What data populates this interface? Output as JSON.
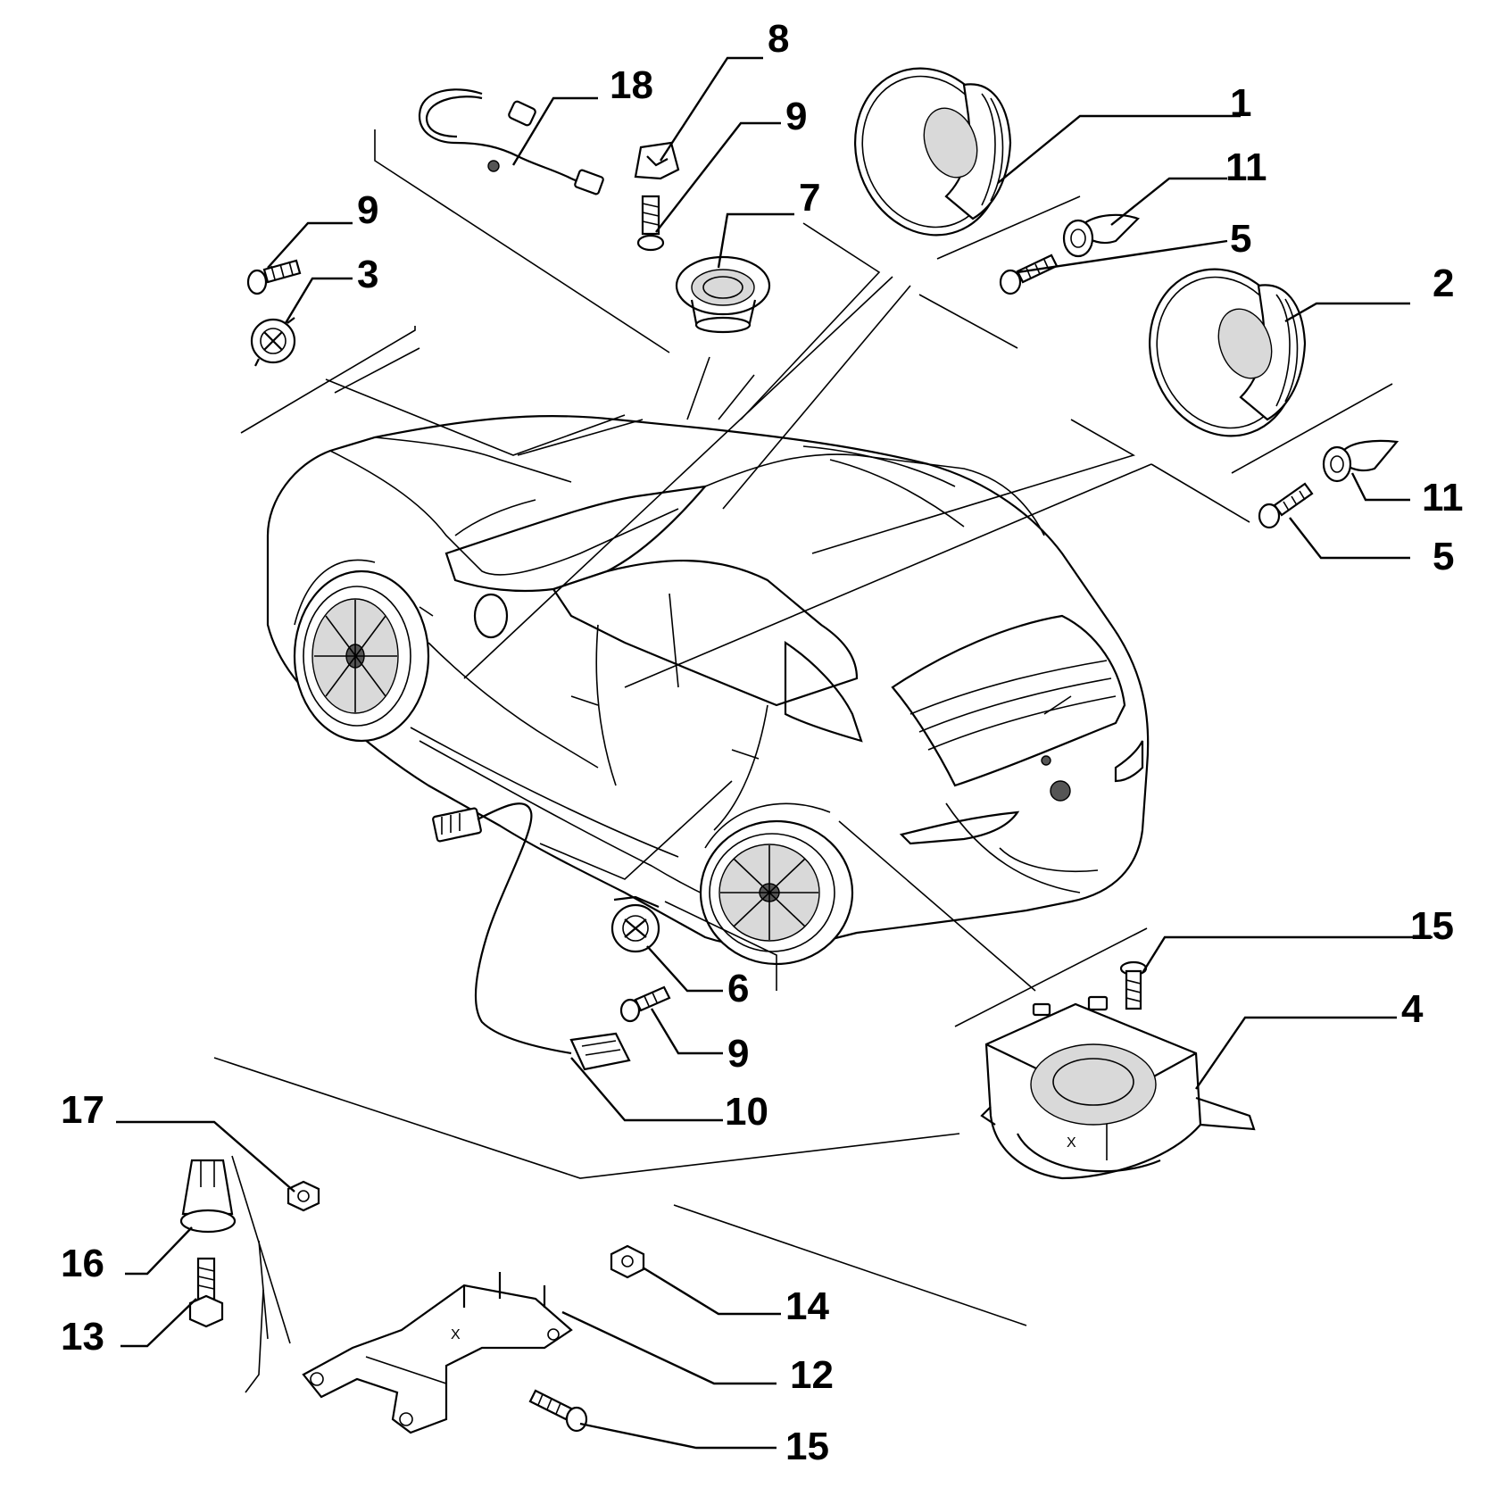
{
  "diagram": {
    "callouts": [
      {
        "id": "c1",
        "label": "1"
      },
      {
        "id": "c2",
        "label": "2"
      },
      {
        "id": "c3",
        "label": "3"
      },
      {
        "id": "c4",
        "label": "4"
      },
      {
        "id": "c5a",
        "label": "5"
      },
      {
        "id": "c5b",
        "label": "5"
      },
      {
        "id": "c6",
        "label": "6"
      },
      {
        "id": "c7",
        "label": "7"
      },
      {
        "id": "c8",
        "label": "8"
      },
      {
        "id": "c9a",
        "label": "9"
      },
      {
        "id": "c9b",
        "label": "9"
      },
      {
        "id": "c9c",
        "label": "9"
      },
      {
        "id": "c10",
        "label": "10"
      },
      {
        "id": "c11a",
        "label": "11"
      },
      {
        "id": "c11b",
        "label": "11"
      },
      {
        "id": "c12",
        "label": "12"
      },
      {
        "id": "c13",
        "label": "13"
      },
      {
        "id": "c14",
        "label": "14"
      },
      {
        "id": "c15a",
        "label": "15"
      },
      {
        "id": "c15b",
        "label": "15"
      },
      {
        "id": "c16",
        "label": "16"
      },
      {
        "id": "c17",
        "label": "17"
      },
      {
        "id": "c18",
        "label": "18"
      }
    ],
    "markings": {
      "subwoofer_mark": "X",
      "bracket_mark": "X"
    }
  }
}
